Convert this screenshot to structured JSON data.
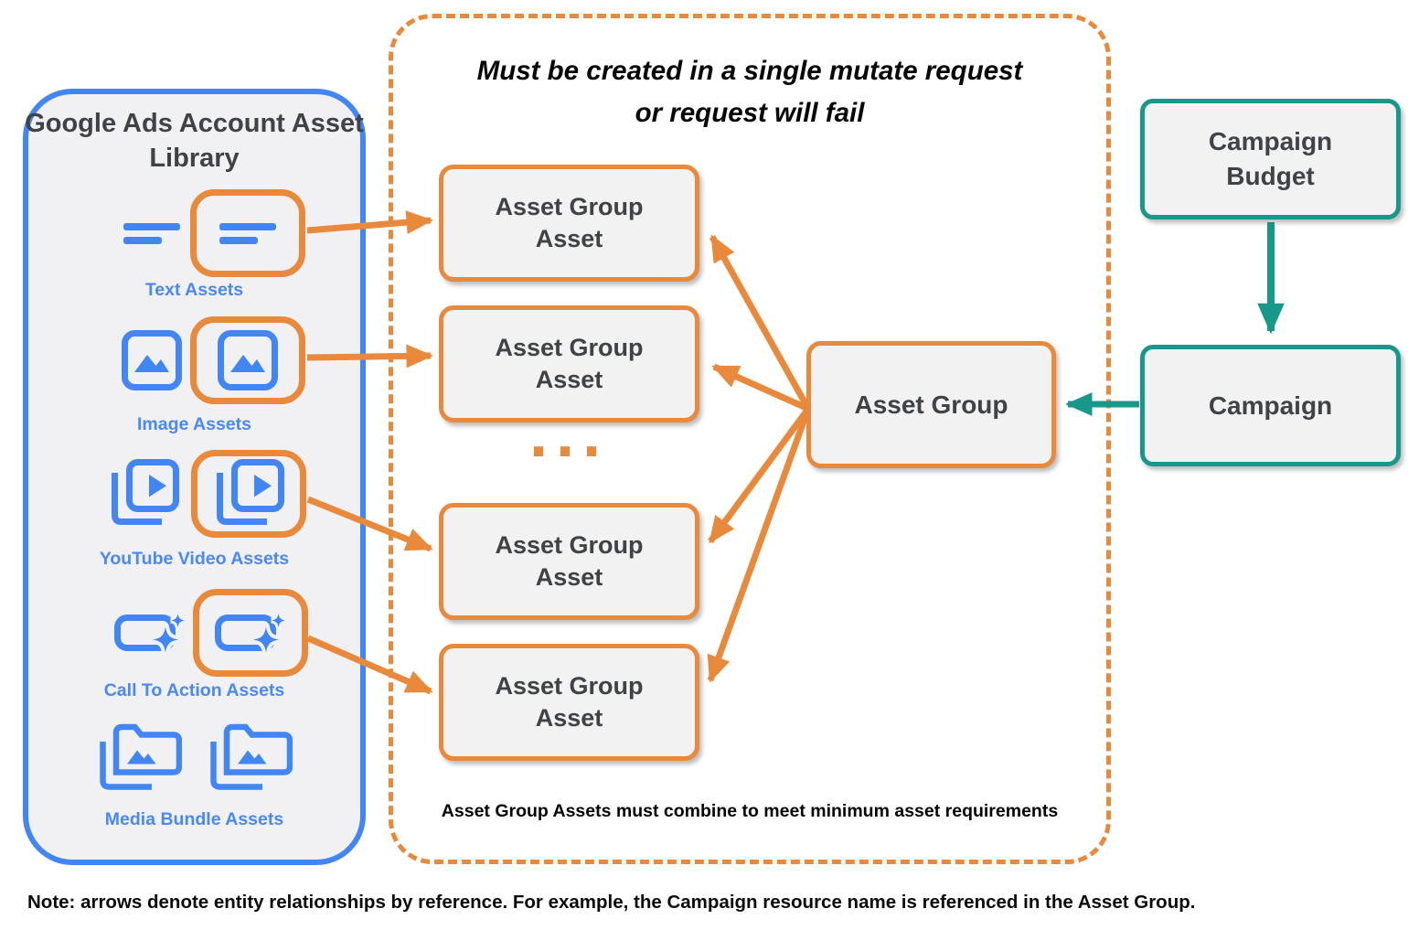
{
  "colors": {
    "blue": "#4285F4",
    "orange": "#E8893B",
    "teal": "#18988A",
    "panel_fill": "#F1F1F3",
    "box_fill": "#F2F2F2",
    "dark_text": "#3F4348"
  },
  "asset_library": {
    "title": "Google Ads Account Asset Library",
    "items": [
      {
        "label": "Text Assets"
      },
      {
        "label": "Image Assets"
      },
      {
        "label": "YouTube Video Assets"
      },
      {
        "label": "Call To Action Assets"
      },
      {
        "label": "Media Bundle Assets"
      }
    ]
  },
  "mutate_panel": {
    "title_line1": "Must be created in a single mutate request",
    "title_line2": "or request will fail",
    "asset_group_asset_boxes": [
      "Asset Group Asset",
      "Asset Group Asset",
      "Asset Group Asset",
      "Asset Group Asset"
    ],
    "ellipsis": "...",
    "footnote": "Asset Group Assets must combine to meet minimum asset requirements"
  },
  "asset_group": {
    "label": "Asset Group"
  },
  "campaign_budget": {
    "label": "Campaign Budget"
  },
  "campaign": {
    "label": "Campaign"
  },
  "note": "Note: arrows denote entity relationships by reference. For example, the Campaign resource name is referenced in the Asset Group."
}
